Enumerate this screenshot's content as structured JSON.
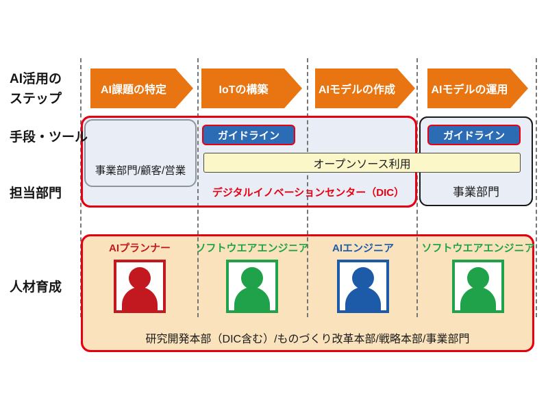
{
  "row_labels": {
    "steps_line1": "AI活用の",
    "steps_line2": "ステップ",
    "tools": "手段・ツール",
    "department": "担当部門",
    "hr": "人材育成"
  },
  "steps": [
    {
      "label": "AI課題の特定"
    },
    {
      "label": "IoTの構築"
    },
    {
      "label": "AIモデルの作成"
    },
    {
      "label": "AIモデルの運用"
    }
  ],
  "tools_row": {
    "business_sales_box": "事業部門/顧客/営業",
    "guideline_dic": "ガイドライン",
    "guideline_business": "ガイドライン",
    "open_source": "オープンソース利用"
  },
  "department_row": {
    "dic": "デジタルイノベーションセンター（DIC）",
    "business": "事業部門"
  },
  "hr_row": {
    "roles": [
      {
        "label": "AIプランナー",
        "color": "#c2181f"
      },
      {
        "label": "ソフトウエアエンジニア",
        "color": "#1fa24a"
      },
      {
        "label": "AIエンジニア",
        "color": "#1d5ba9"
      },
      {
        "label": "ソフトウエアエンジニア",
        "color": "#1fa24a"
      }
    ],
    "org": "研究開発本部（DIC含む）/ものづくり改革本部/戦略本部/事業部門"
  },
  "colors": {
    "arrow_orange": "#e87511",
    "accent_red": "#e60012",
    "panel_blue": "#e8edf6",
    "hr_cream": "#fae3bc",
    "open_source_yellow": "#fbf7c9",
    "guideline_blue": "#2c6cb5",
    "dash_gray": "#767676"
  }
}
